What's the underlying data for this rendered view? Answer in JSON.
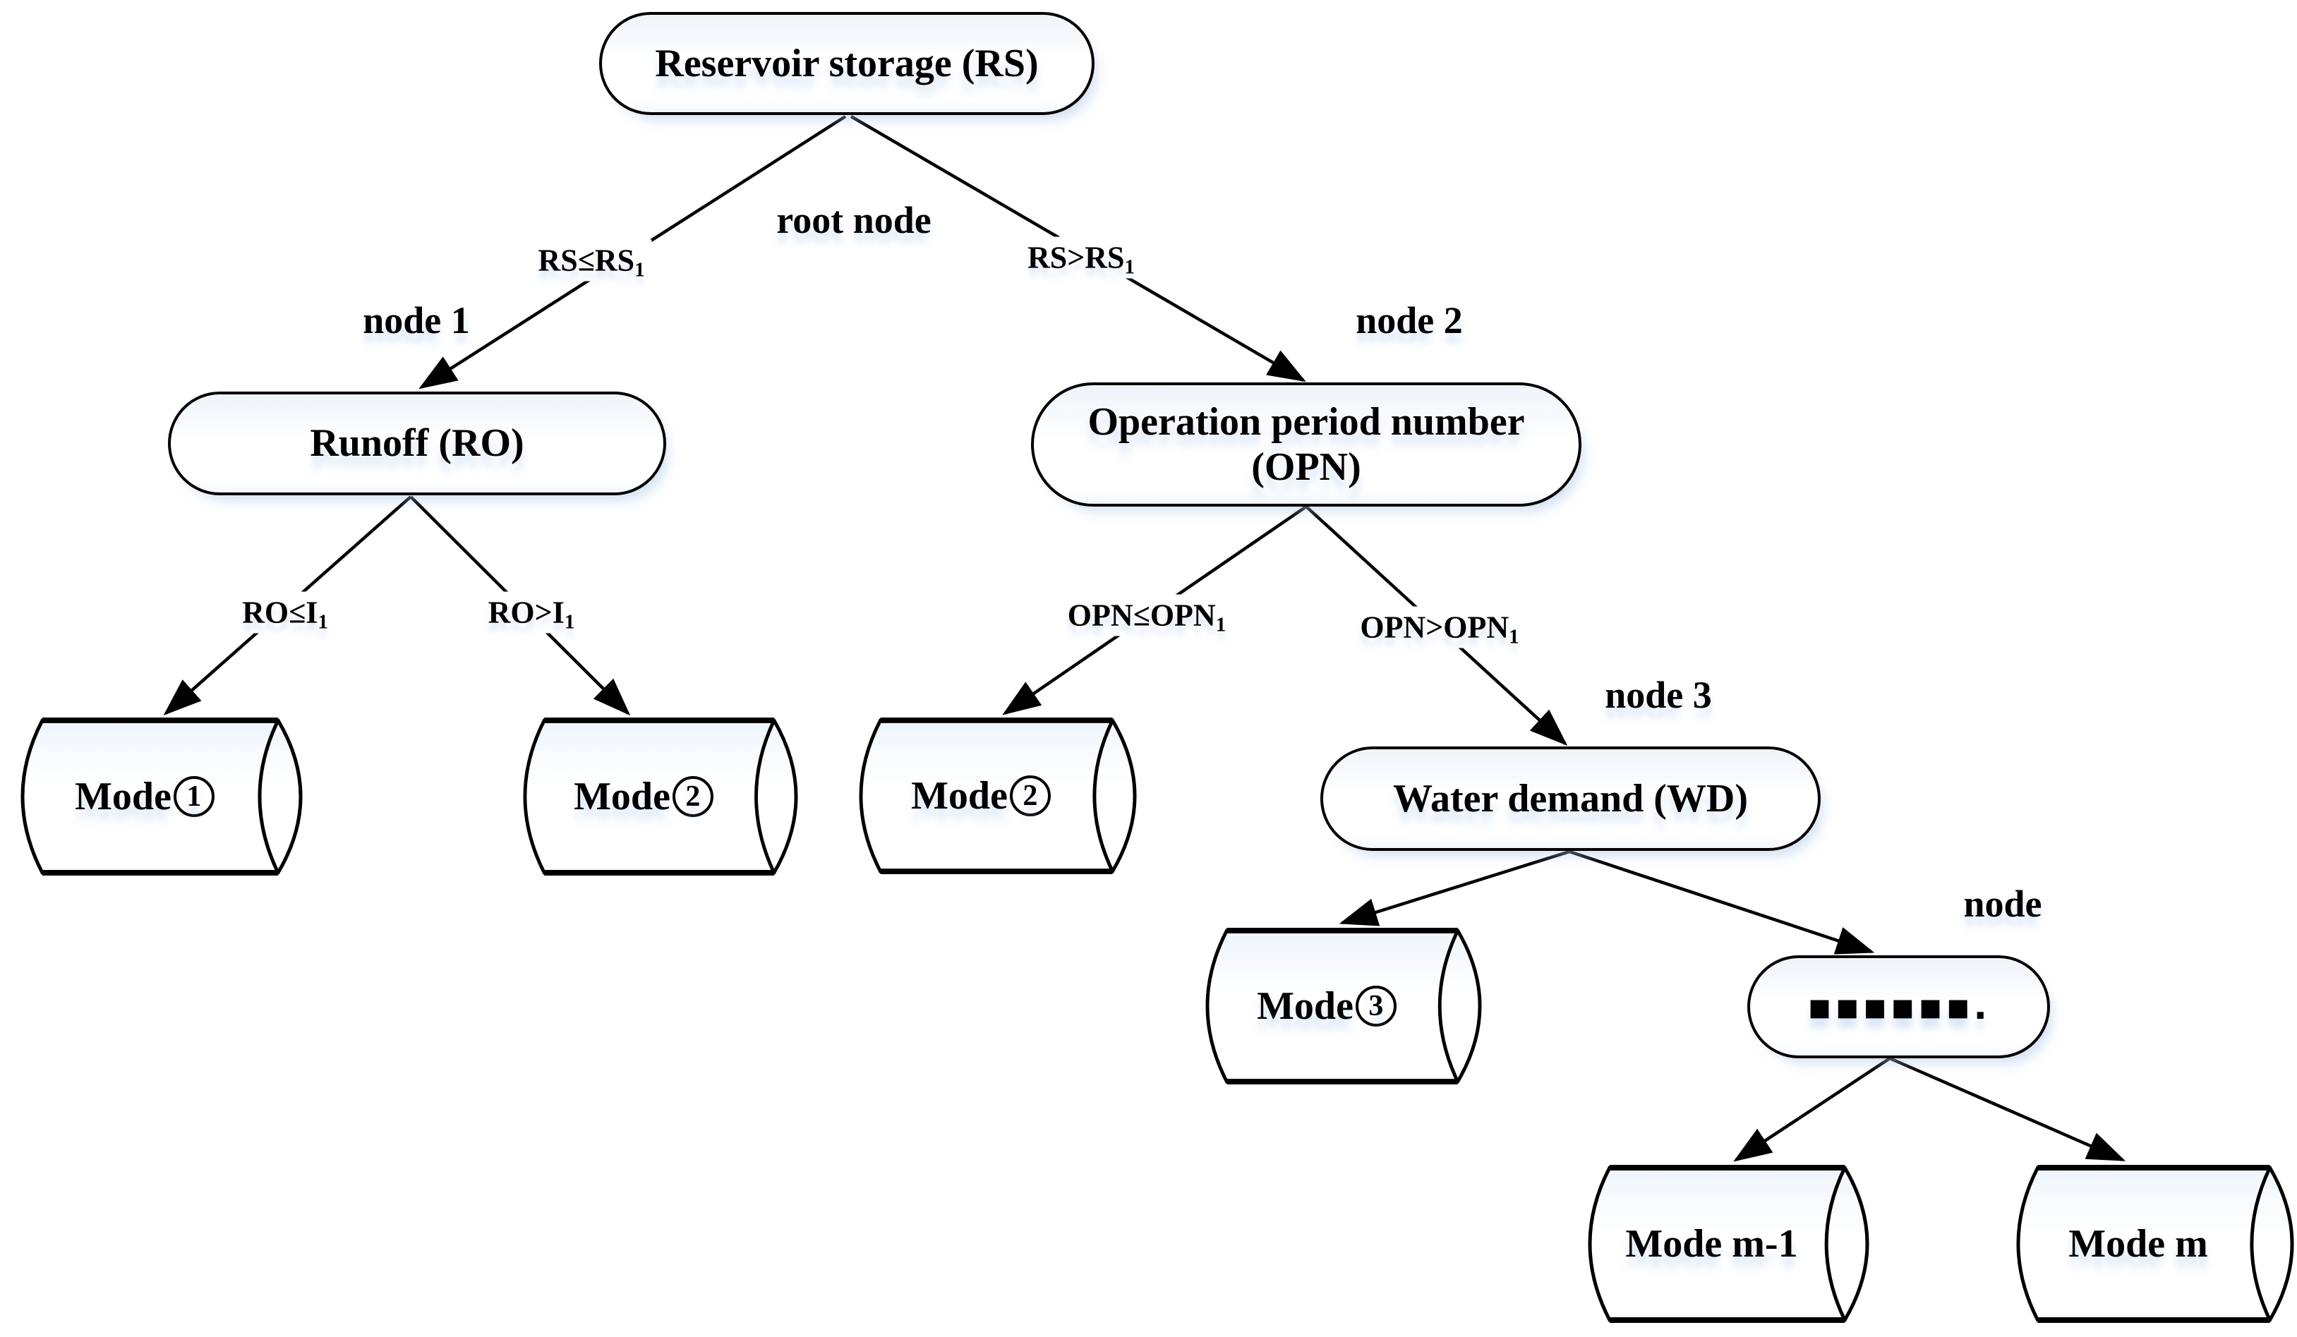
{
  "diagram": {
    "type": "decision-tree",
    "colors": {
      "stroke": "#000000",
      "fill": "#ffffff",
      "soft_shadow": "#c9d9ef"
    },
    "nodes": {
      "rs": {
        "label": "Reservoir storage (RS)"
      },
      "runoff": {
        "label": "Runoff (RO)"
      },
      "opn": {
        "line1": "Operation period number",
        "line2": "(OPN)"
      },
      "wd": {
        "label": "Water demand (WD)"
      },
      "ellipsis": {
        "label": "▪▪▪▪▪▪."
      }
    },
    "annotations": {
      "root": "root node",
      "n1": "node 1",
      "n2": "node 2",
      "n3": "node 3",
      "n4": "node"
    },
    "branch_labels": {
      "rs_le": {
        "base": "RS≤RS",
        "sub": "1"
      },
      "rs_gt": {
        "base": "RS>RS",
        "sub": "1"
      },
      "ro_le": {
        "base": "RO≤I",
        "sub": "1"
      },
      "ro_gt": {
        "base": "RO>I",
        "sub": "1"
      },
      "opn_le": {
        "base": "OPN≤OPN",
        "sub": "1"
      },
      "opn_gt": {
        "base": "OPN>OPN",
        "sub": "1"
      }
    },
    "leaves": {
      "mode1": {
        "text": "Mode",
        "num": "1"
      },
      "mode2a": {
        "text": "Mode",
        "num": "2"
      },
      "mode2b": {
        "text": "Mode",
        "num": "2"
      },
      "mode3": {
        "text": "Mode ",
        "num": "3"
      },
      "modem1": {
        "text": "Mode m-1"
      },
      "modem": {
        "text": "Mode m"
      }
    }
  }
}
